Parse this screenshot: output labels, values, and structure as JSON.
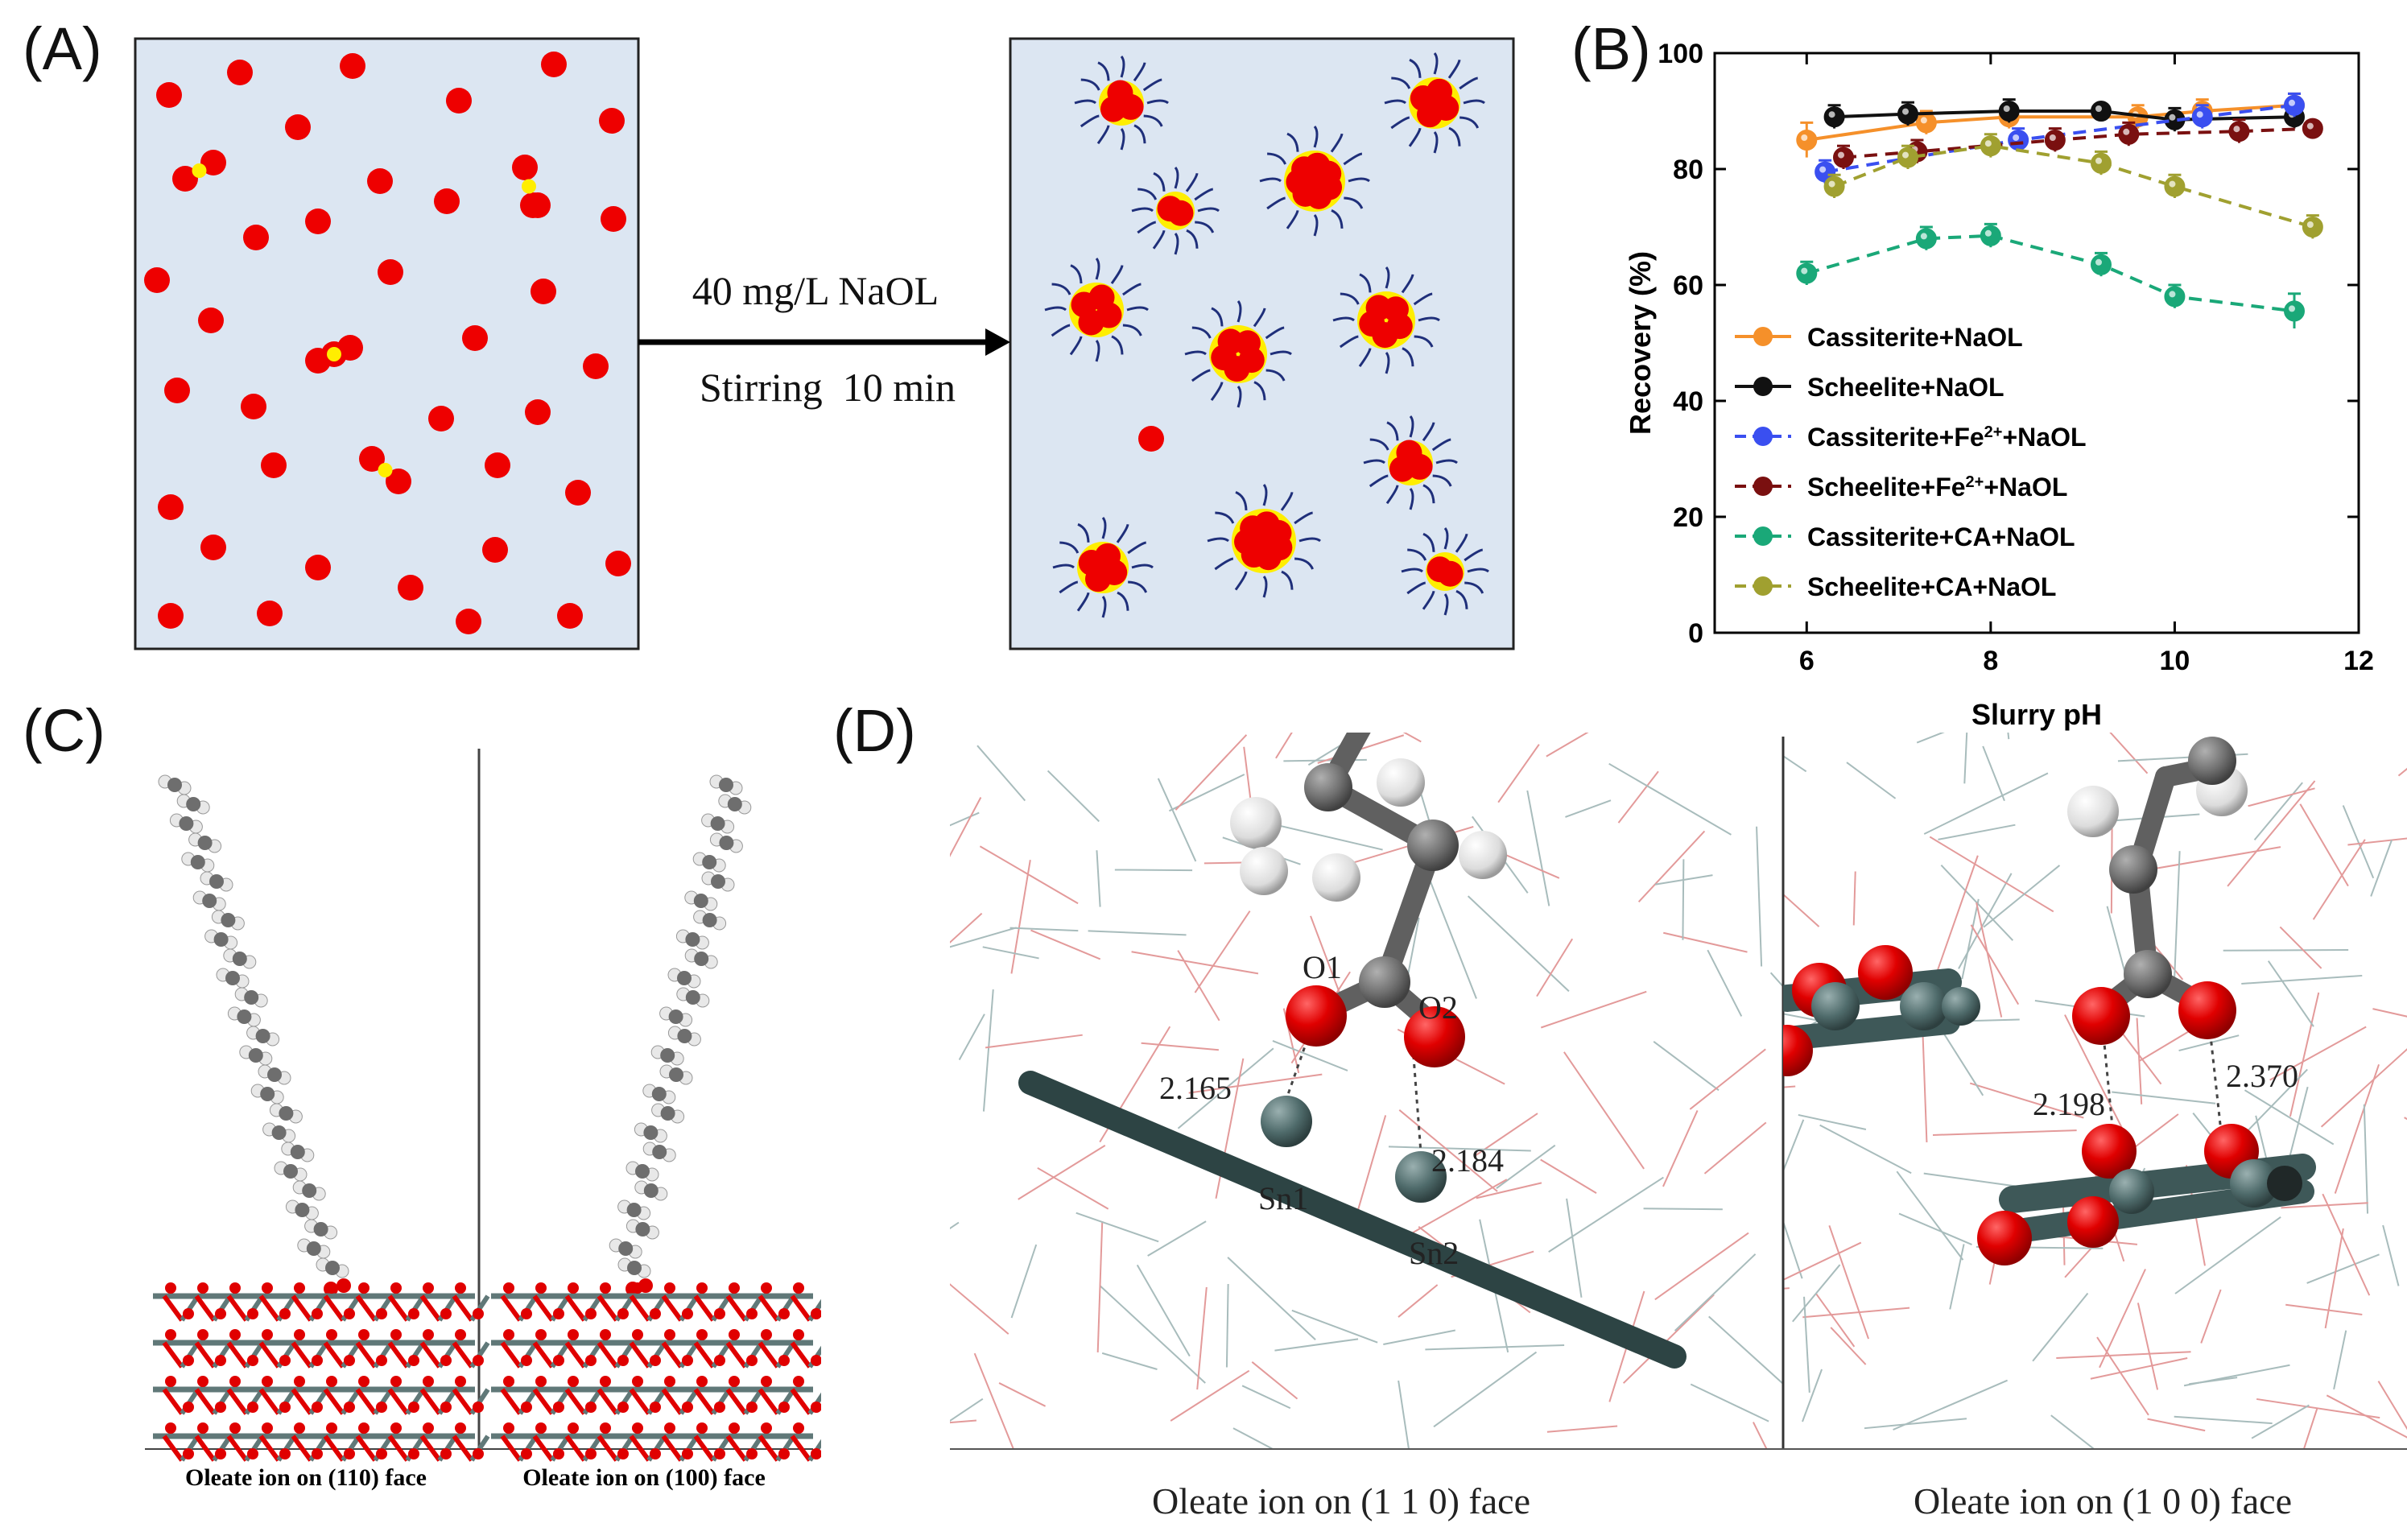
{
  "panels": {
    "a": {
      "letter": "(A)",
      "arrow_top": "40 mg/L NaOL",
      "arrow_bottom": "Stirring  10 min"
    },
    "b": {
      "letter": "(B)"
    },
    "c": {
      "letter": "(C)",
      "caption_left": "Oleate ion on (110) face",
      "caption_right": "Oleate ion on (100) face"
    },
    "d": {
      "letter": "(D)",
      "caption_left": "Oleate ion on (1 1 0) face",
      "caption_right": "Oleate ion on (1 0 0) face",
      "labels": {
        "o1": "O1",
        "o2": "O2",
        "sn1": "Sn1",
        "sn2": "Sn2",
        "d1": "2.165",
        "d2": "2.184",
        "d3": "2.198",
        "d4": "2.370"
      }
    }
  },
  "colors": {
    "particle": "#ee0000",
    "coating": "#ffee00",
    "box_fill": "#dce6f2",
    "tail": "#1f2f7a",
    "sn": "#4f6b6b",
    "oxygen": "#e00000",
    "carbon": "#707070"
  },
  "chart_data": {
    "type": "line",
    "title": "",
    "xlabel": "Slurry pH",
    "ylabel": "Recovery (%)",
    "xlim": [
      5,
      12
    ],
    "ylim": [
      0,
      100
    ],
    "xticks": [
      6,
      8,
      10,
      12
    ],
    "yticks": [
      0,
      20,
      40,
      60,
      80,
      100
    ],
    "legend_position": "lower-left",
    "series": [
      {
        "name": "Cassiterite+NaOL",
        "label_parts": [
          "Cassiterite+NaOL"
        ],
        "color": "#f5902a",
        "dashed": false,
        "x": [
          6.0,
          7.3,
          8.2,
          9.6,
          10.3,
          11.3
        ],
        "y": [
          85,
          88,
          89,
          89,
          90,
          91
        ],
        "err": [
          3,
          2,
          2,
          2,
          2,
          2
        ]
      },
      {
        "name": "Scheelite+NaOL",
        "label_parts": [
          "Scheelite+NaOL"
        ],
        "color": "#111111",
        "dashed": false,
        "x": [
          6.3,
          7.1,
          8.2,
          9.2,
          10.0,
          11.3
        ],
        "y": [
          89,
          89.5,
          90,
          90,
          88.5,
          89
        ],
        "err": [
          2,
          2,
          2,
          1,
          2,
          2
        ]
      },
      {
        "name": "Cassiterite+Fe2++NaOL",
        "label_parts": [
          "Cassiterite+Fe",
          "2+",
          "+NaOL"
        ],
        "color": "#3a4ff0",
        "dashed": true,
        "x": [
          6.2,
          8.3,
          10.3,
          11.3
        ],
        "y": [
          79.5,
          85,
          89,
          91
        ],
        "err": [
          2,
          2,
          2,
          2
        ]
      },
      {
        "name": "Scheelite+Fe2++NaOL",
        "label_parts": [
          "Scheelite+Fe",
          "2+",
          "+NaOL"
        ],
        "color": "#7a1010",
        "dashed": true,
        "x": [
          6.4,
          7.2,
          8.7,
          9.5,
          10.7,
          11.5
        ],
        "y": [
          82,
          83,
          85,
          86,
          86.5,
          87
        ],
        "err": [
          2,
          2,
          2,
          2,
          2,
          1
        ]
      },
      {
        "name": "Cassiterite+CA+NaOL",
        "label_parts": [
          "Cassiterite+CA+NaOL"
        ],
        "color": "#1aa878",
        "dashed": true,
        "x": [
          6.0,
          7.3,
          8.0,
          9.2,
          10.0,
          11.3
        ],
        "y": [
          62,
          68,
          68.5,
          63.5,
          58,
          55.5
        ],
        "err": [
          2,
          2,
          2,
          2,
          2,
          3
        ]
      },
      {
        "name": "Scheelite+CA+NaOL",
        "label_parts": [
          "Scheelite+CA+NaOL"
        ],
        "color": "#a0a030",
        "dashed": true,
        "x": [
          6.3,
          7.1,
          8.0,
          9.2,
          10.0,
          11.5
        ],
        "y": [
          77,
          82,
          84,
          81,
          77,
          70
        ],
        "err": [
          2,
          2,
          2,
          2,
          2,
          2
        ]
      }
    ]
  }
}
